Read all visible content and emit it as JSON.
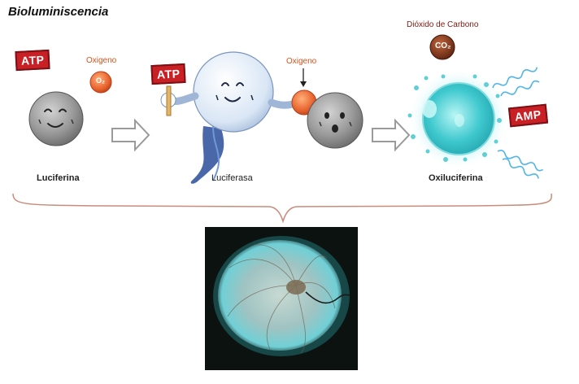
{
  "title": "Bioluminiscencia",
  "stages": {
    "luciferina": "Luciferina",
    "luciferasa": "Luciferasa",
    "oxiluciferina": "Oxiluciferina"
  },
  "molecules": {
    "atp_left": "ATP",
    "atp_held": "ATP",
    "amp": "AMP",
    "oxigeno_left": "Oxigeno",
    "oxigeno_right": "Oxigeno",
    "o2_symbol": "O₂",
    "co2_label": "Dióxido de Carbono",
    "co2_symbol": "CO₂"
  },
  "colors": {
    "atp_red": "#c92026",
    "oxygen_orange": "#e8612c",
    "glow_cyan": "#3fc9cf",
    "molecule_gray": "#8c8c8c",
    "enzyme_blue": "#cfe0f4"
  }
}
